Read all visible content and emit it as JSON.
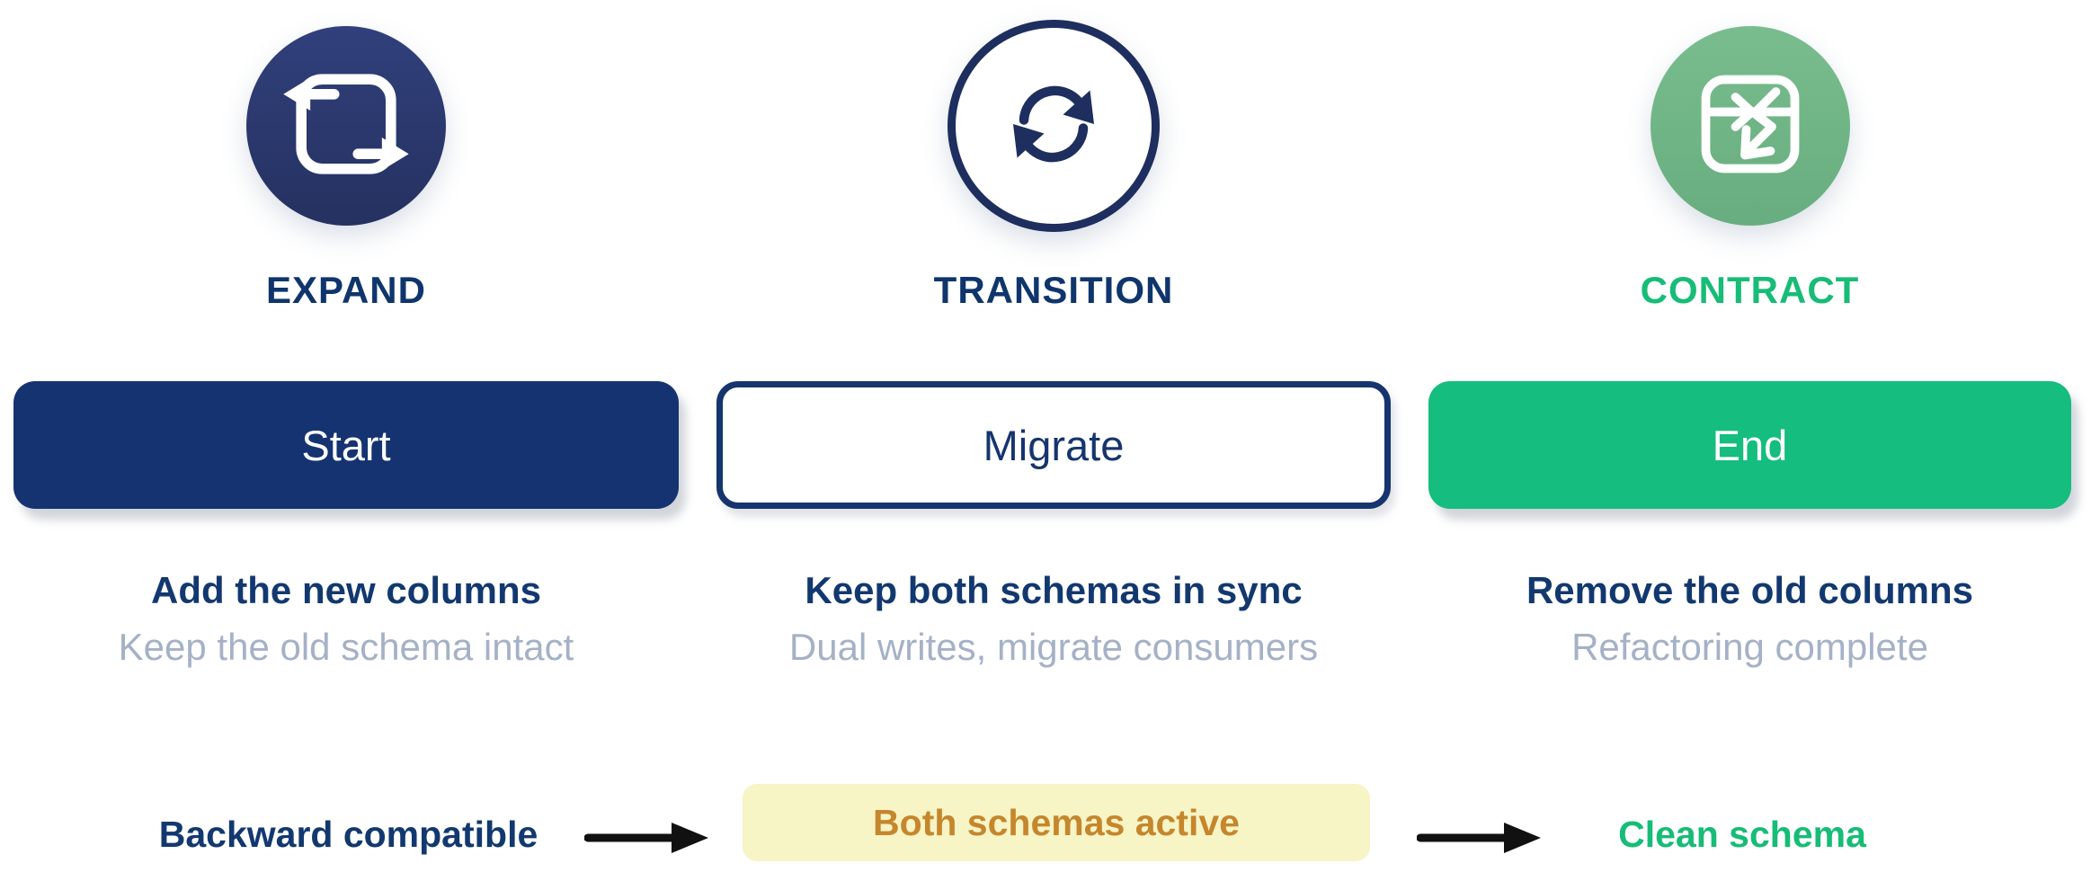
{
  "phases": [
    {
      "name": "expand",
      "label": "EXPAND",
      "icon": "loop-square-icon",
      "button_label": "Start",
      "desc_primary": "Add the new columns",
      "desc_secondary": "Keep the old schema intact"
    },
    {
      "name": "transition",
      "label": "TRANSITION",
      "icon": "sync-icon",
      "button_label": "Migrate",
      "desc_primary": "Keep both schemas in sync",
      "desc_secondary": "Dual writes, migrate consumers"
    },
    {
      "name": "contract",
      "label": "CONTRACT",
      "icon": "swap-box-icon",
      "button_label": "End",
      "desc_primary": "Remove the old columns",
      "desc_secondary": "Refactoring complete"
    }
  ],
  "timeline": {
    "start_state": "Backward compatible",
    "middle_state": "Both schemas active",
    "end_state": "Clean schema"
  },
  "colors": {
    "navy": "#143370",
    "navy_text": "#0f356c",
    "green": "#15bd7e",
    "green_text": "#17bc77",
    "sage_circle_green": "#74b98a",
    "muted_secondary_text": "#a5b1c6",
    "highlight_yellow": "#f7f4c5",
    "highlight_text_ochre": "#c5862c",
    "arrow_black": "#111111"
  }
}
